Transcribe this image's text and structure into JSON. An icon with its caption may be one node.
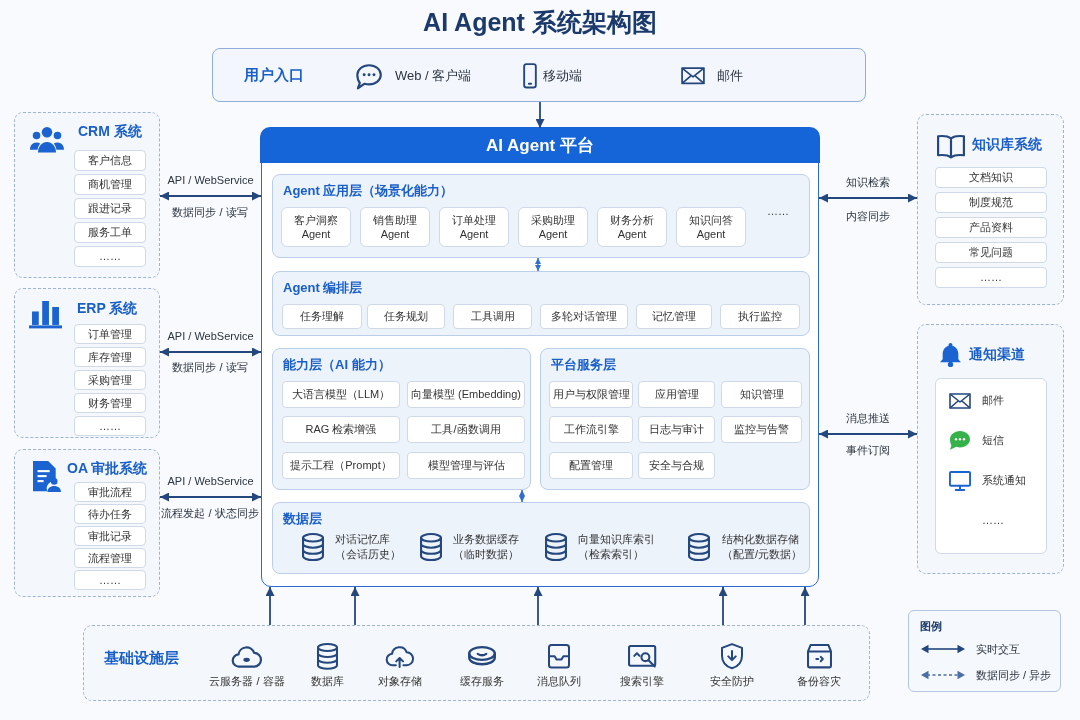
{
  "diagram": {
    "title": "AI Agent 系统架构图",
    "nodes": [
      {
        "text": [
          "用户入口",
          "Web / 客户端",
          "移动端",
          "邮件"
        ]
      },
      {
        "text": [
          "CRM 系统"
        ]
      },
      {
        "text": [
          "客户信息"
        ],
        "in": 1
      },
      {
        "text": [
          "商机管理"
        ],
        "in": 1
      },
      {
        "text": [
          "跟进记录"
        ],
        "in": 1
      },
      {
        "text": [
          "服务工单"
        ],
        "in": 1
      },
      {
        "text": [
          "……"
        ],
        "in": 1
      },
      {
        "text": [
          "ERP 系统"
        ]
      },
      {
        "text": [
          "订单管理"
        ],
        "in": 7
      },
      {
        "text": [
          "库存管理"
        ],
        "in": 7
      },
      {
        "text": [
          "采购管理"
        ],
        "in": 7
      },
      {
        "text": [
          "财务管理"
        ],
        "in": 7
      },
      {
        "text": [
          "……"
        ],
        "in": 7
      },
      {
        "text": [
          "OA 审批系统"
        ]
      },
      {
        "text": [
          "审批流程"
        ],
        "in": 13
      },
      {
        "text": [
          "待办任务"
        ],
        "in": 13
      },
      {
        "text": [
          "审批记录"
        ],
        "in": 13
      },
      {
        "text": [
          "流程管理"
        ],
        "in": 13
      },
      {
        "text": [
          "……"
        ],
        "in": 13
      },
      {
        "text": [
          "AI Agent 平台"
        ]
      },
      {
        "text": [
          "Agent 应用层（场景化能力）",
          "……"
        ],
        "in": 19
      },
      {
        "text": [
          "客户洞察 Agent"
        ],
        "in": 20
      },
      {
        "text": [
          "销售助理 Agent"
        ],
        "in": 20
      },
      {
        "text": [
          "订单处理 Agent"
        ],
        "in": 20
      },
      {
        "text": [
          "采购助理 Agent"
        ],
        "in": 20
      },
      {
        "text": [
          "财务分析 Agent"
        ],
        "in": 20
      },
      {
        "text": [
          "知识问答 Agent"
        ],
        "in": 20
      },
      {
        "text": [
          "Agent 编排层"
        ],
        "in": 19
      },
      {
        "text": [
          "任务理解"
        ],
        "in": 27
      },
      {
        "text": [
          "任务规划"
        ],
        "in": 27
      },
      {
        "text": [
          "工具调用"
        ],
        "in": 27
      },
      {
        "text": [
          "多轮对话管理"
        ],
        "in": 27
      },
      {
        "text": [
          "记忆管理"
        ],
        "in": 27
      },
      {
        "text": [
          "执行监控"
        ],
        "in": 27
      },
      {
        "text": [
          "能力层（AI 能力）"
        ],
        "in": 19
      },
      {
        "text": [
          "大语言模型（LLM）"
        ],
        "in": 34
      },
      {
        "text": [
          "向量模型 (Embedding)"
        ],
        "in": 34
      },
      {
        "text": [
          "RAG 检索增强"
        ],
        "in": 34
      },
      {
        "text": [
          "工具/函数调用"
        ],
        "in": 34
      },
      {
        "text": [
          "提示工程（Prompt）"
        ],
        "in": 34
      },
      {
        "text": [
          "模型管理与评估"
        ],
        "in": 34
      },
      {
        "text": [
          "平台服务层"
        ],
        "in": 19
      },
      {
        "text": [
          "用户与权限管理"
        ],
        "in": 41
      },
      {
        "text": [
          "应用管理"
        ],
        "in": 41
      },
      {
        "text": [
          "知识管理"
        ],
        "in": 41
      },
      {
        "text": [
          "工作流引擎"
        ],
        "in": 41
      },
      {
        "text": [
          "日志与审计"
        ],
        "in": 41
      },
      {
        "text": [
          "监控与告警"
        ],
        "in": 41
      },
      {
        "text": [
          "配置管理"
        ],
        "in": 41
      },
      {
        "text": [
          "安全与合规"
        ],
        "in": 41
      },
      {
        "text": [
          "数据层",
          "对话记忆库（会话历史）",
          "业务数据缓存（临时数据）",
          "向量知识库索引（检索索引）",
          "结构化数据存储（配置/元数据）"
        ],
        "in": 19
      },
      {
        "text": [
          "知识库系统"
        ]
      },
      {
        "text": [
          "文档知识"
        ],
        "in": 51
      },
      {
        "text": [
          "制度规范"
        ],
        "in": 51
      },
      {
        "text": [
          "产品资料"
        ],
        "in": 51
      },
      {
        "text": [
          "常见问题"
        ],
        "in": 51
      },
      {
        "text": [
          "……"
        ],
        "in": 51
      },
      {
        "text": [
          "通知渠道"
        ]
      },
      {
        "text": [
          "邮件",
          "短信",
          "系统通知",
          "……"
        ],
        "in": 57
      },
      {
        "text": [
          "基础设施层",
          "云服务器 / 容器",
          "数据库",
          "对象存储",
          "缓存服务",
          "消息队列",
          "搜索引擎",
          "安全防护",
          "备份容灾"
        ]
      }
    ],
    "edges": [
      {
        "from": 0,
        "to": 19,
        "arrow": "to"
      },
      {
        "from": 1,
        "to": 19,
        "arrow": "both",
        "label": "API / WebService"
      },
      {
        "from": 7,
        "to": 19,
        "arrow": "both",
        "label": "API / WebService"
      },
      {
        "from": 13,
        "to": 19,
        "arrow": "both",
        "label": "API / WebService"
      },
      {
        "from": 19,
        "to": 51,
        "arrow": "both",
        "label": "知识检索"
      },
      {
        "from": 19,
        "to": 57,
        "arrow": "both",
        "label": "消息推送"
      },
      {
        "from": 20,
        "to": 27,
        "arrow": "both",
        "color": "#2f6fd0"
      },
      {
        "from": 34,
        "to": 50,
        "arrow": "both",
        "color": "#2f6fd0"
      },
      {
        "from": 59,
        "to": 19,
        "arrow": "to"
      },
      {
        "from": 59,
        "to": 19,
        "arrow": "to"
      },
      {
        "from": 59,
        "to": 19,
        "arrow": "to"
      },
      {
        "from": 59,
        "to": 19,
        "arrow": "to"
      },
      {
        "from": 59,
        "to": 19,
        "arrow": "to"
      }
    ],
    "labels": [
      "数据同步 / 读写",
      "内容同步",
      "数据同步 / 读写",
      "事件订阅",
      "流程发起 / 状态同步",
      "图例"
    ],
    "legend": [
      {
        "text": "实时交互"
      },
      {
        "text": "数据同步 / 异步"
      }
    ]
  }
}
